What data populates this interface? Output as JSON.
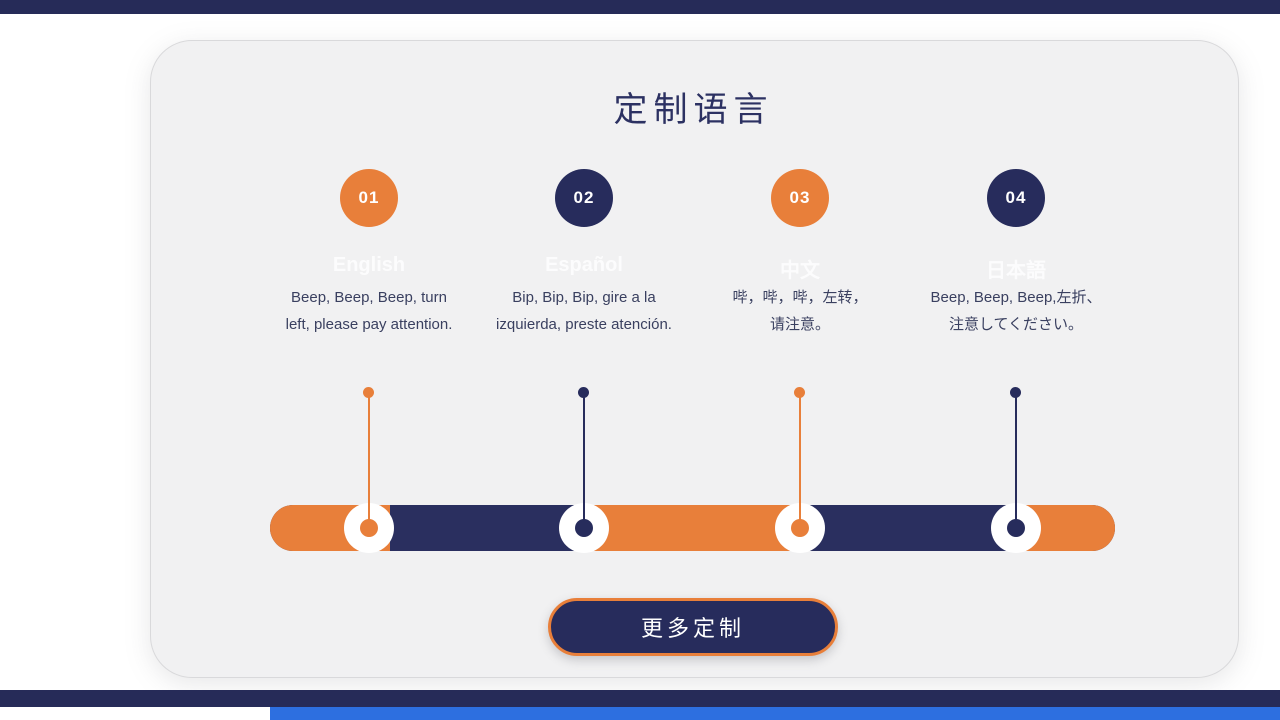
{
  "page": {
    "top_strip_color": "#262b58",
    "bottom_strip_color": "#262b58",
    "bottom_accent_color": "#2d6fe0"
  },
  "card": {
    "title": "定制语言",
    "colors": {
      "orange": "#e87f3a",
      "navy": "#272c5c",
      "card_bg": "#f1f1f2",
      "text": "#3a4060"
    },
    "steps": [
      {
        "number": "01",
        "accent": "orange",
        "language": "English",
        "lines": [
          "Beep, Beep, Beep, turn",
          "left, please pay attention."
        ]
      },
      {
        "number": "02",
        "accent": "navy",
        "language": "Español",
        "lines": [
          "Bip, Bip, Bip, gire a la",
          "izquierda, preste atención."
        ]
      },
      {
        "number": "03",
        "accent": "orange",
        "language": "中文",
        "lines": [
          "哔，哔，哔，左转，",
          "请注意。"
        ]
      },
      {
        "number": "04",
        "accent": "navy",
        "language": "日本語",
        "lines": [
          "Beep, Beep, Beep,左折、",
          "注意してください。"
        ]
      }
    ],
    "more_button_label": "更多定制"
  }
}
